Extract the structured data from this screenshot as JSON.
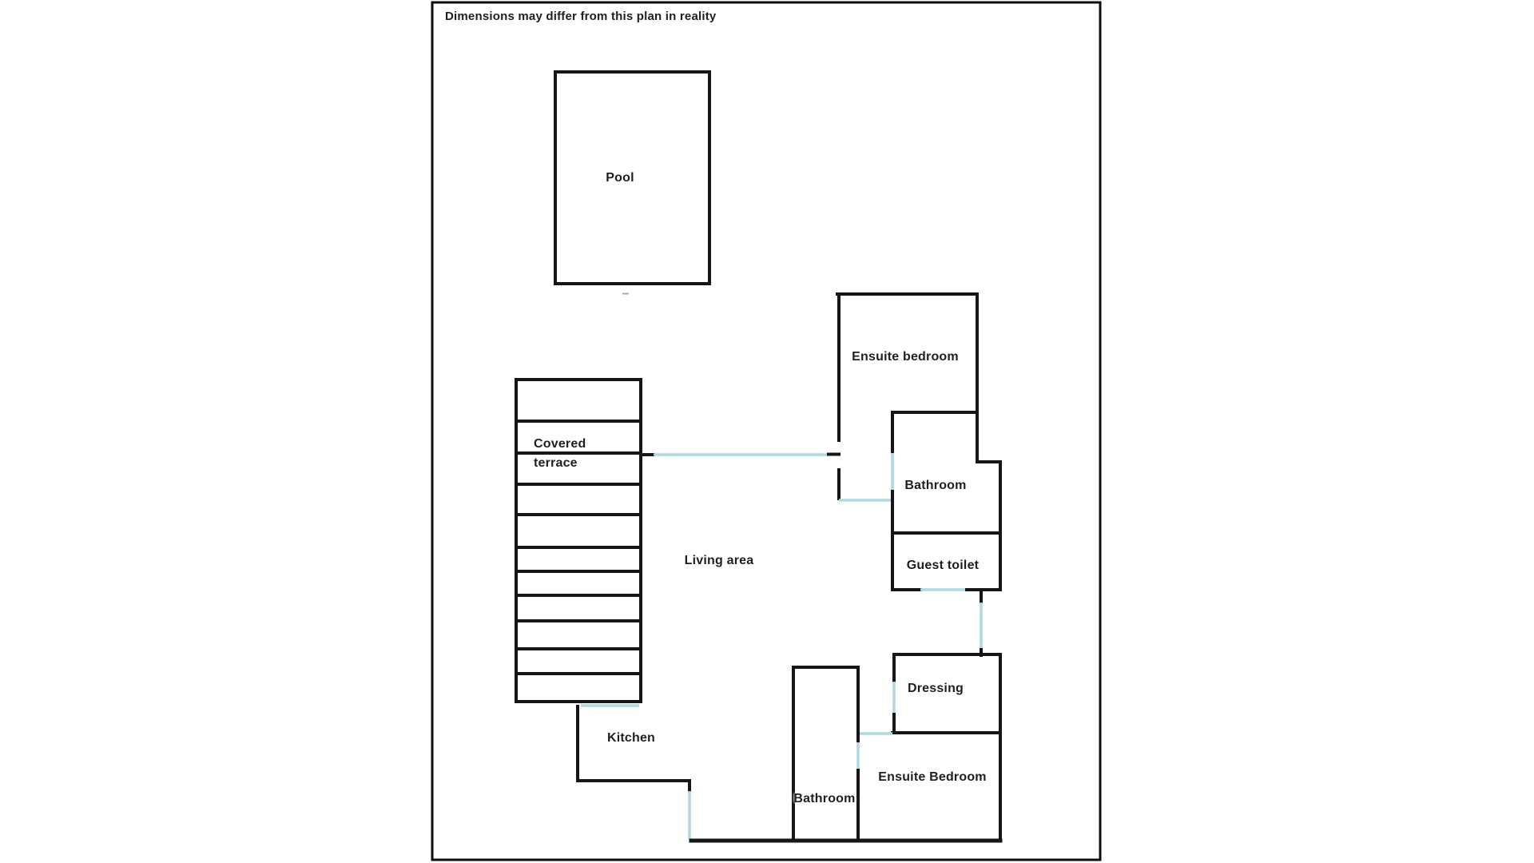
{
  "disclaimer": "Dimensions may differ from this plan in reality",
  "colors": {
    "wall": "#161616",
    "door": "#aed8e2",
    "text": "#1f1f1f",
    "background": "#ffffff"
  },
  "rooms": {
    "pool": {
      "label": "Pool"
    },
    "covered_terrace": {
      "label_line1": "Covered",
      "label_line2": "terrace"
    },
    "living_area": {
      "label": "Living area"
    },
    "kitchen": {
      "label": "Kitchen"
    },
    "ensuite_bedroom_top": {
      "label": "Ensuite bedroom"
    },
    "bathroom_right": {
      "label": "Bathroom"
    },
    "guest_toilet": {
      "label": "Guest toilet"
    },
    "dressing": {
      "label": "Dressing"
    },
    "ensuite_bedroom_bottom": {
      "label": "Ensuite Bedroom"
    },
    "bathroom_bottom": {
      "label": "Bathroom"
    }
  }
}
